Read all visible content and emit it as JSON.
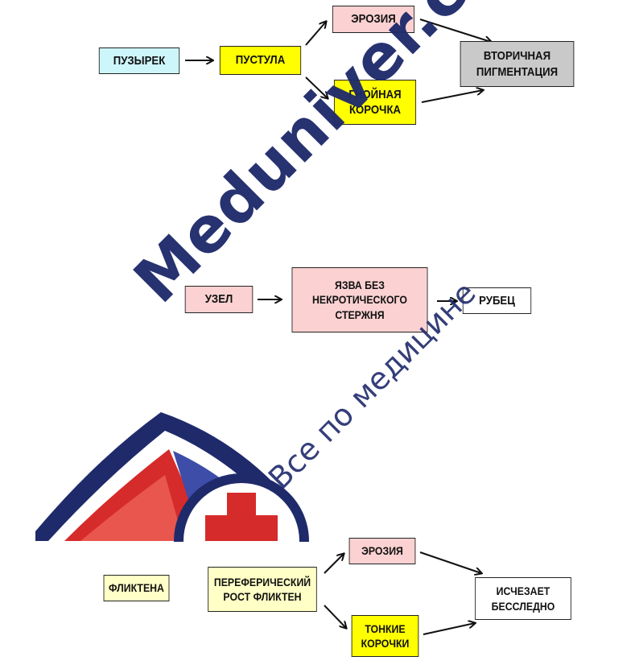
{
  "colors": {
    "cyan": "#cdf6fb",
    "yellow": "#ffff00",
    "pink": "#fbd1d1",
    "gray": "#c9c9c9",
    "light_yellow": "#ffffc6",
    "white": "#ffffff",
    "watermark": "#1f2a6b"
  },
  "diagram1": {
    "bubble": "ПУЗЫРЕК",
    "pustule": "ПУСТУЛА",
    "erosion": "ЭРОЗИЯ",
    "purulent_crust": "ГНОЙНАЯ\nКОРОЧКА",
    "secondary_pigmentation": "ВТОРИЧНАЯ\nПИГМЕНТАЦИЯ"
  },
  "diagram2": {
    "node": "УЗЕЛ",
    "ulcer": "ЯЗВА БЕЗ\nНЕКРОТИЧЕСКОГО\nСТЕРЖНЯ",
    "scar": "РУБЕЦ"
  },
  "diagram3": {
    "phlyctena": "ФЛИКТЕНА",
    "peripheral_growth": "ПЕРЕФЕРИЧЕСКИЙ\nРОСТ ФЛИКТЕН",
    "erosion": "ЭРОЗИЯ",
    "thin_crusts": "ТОНКИЕ\nКОРОЧКИ",
    "disappears": "ИСЧЕЗАЕТ\nБЕССЛЕДНО"
  },
  "watermark": {
    "main": "Meduniver.com",
    "sub": "Все по медицине"
  }
}
